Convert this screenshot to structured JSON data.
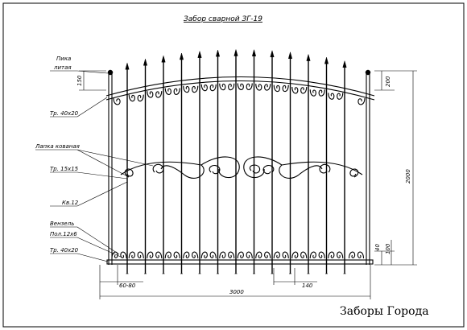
{
  "title": "Забор сварной ЗГ-19",
  "brand": "Заборы Города",
  "callouts": {
    "pika": "Пика",
    "litaya": "литая",
    "pipe_top": "Тр. 40х20",
    "lapka": "Лапка кованая",
    "pipe_15": "Тр. 15х15",
    "kv12": "Кв.12",
    "venzel": "Вензель",
    "pol": "Пол.12х6",
    "pipe_bottom": "Тр. 40х20"
  },
  "dimensions": {
    "spear_height": "150",
    "arch_rise": "200",
    "total_height": "2000",
    "bottom_gap": "40",
    "bottom_height": "100",
    "overhang": "60-80",
    "total_width": "3000",
    "bar_spacing": "140"
  }
}
